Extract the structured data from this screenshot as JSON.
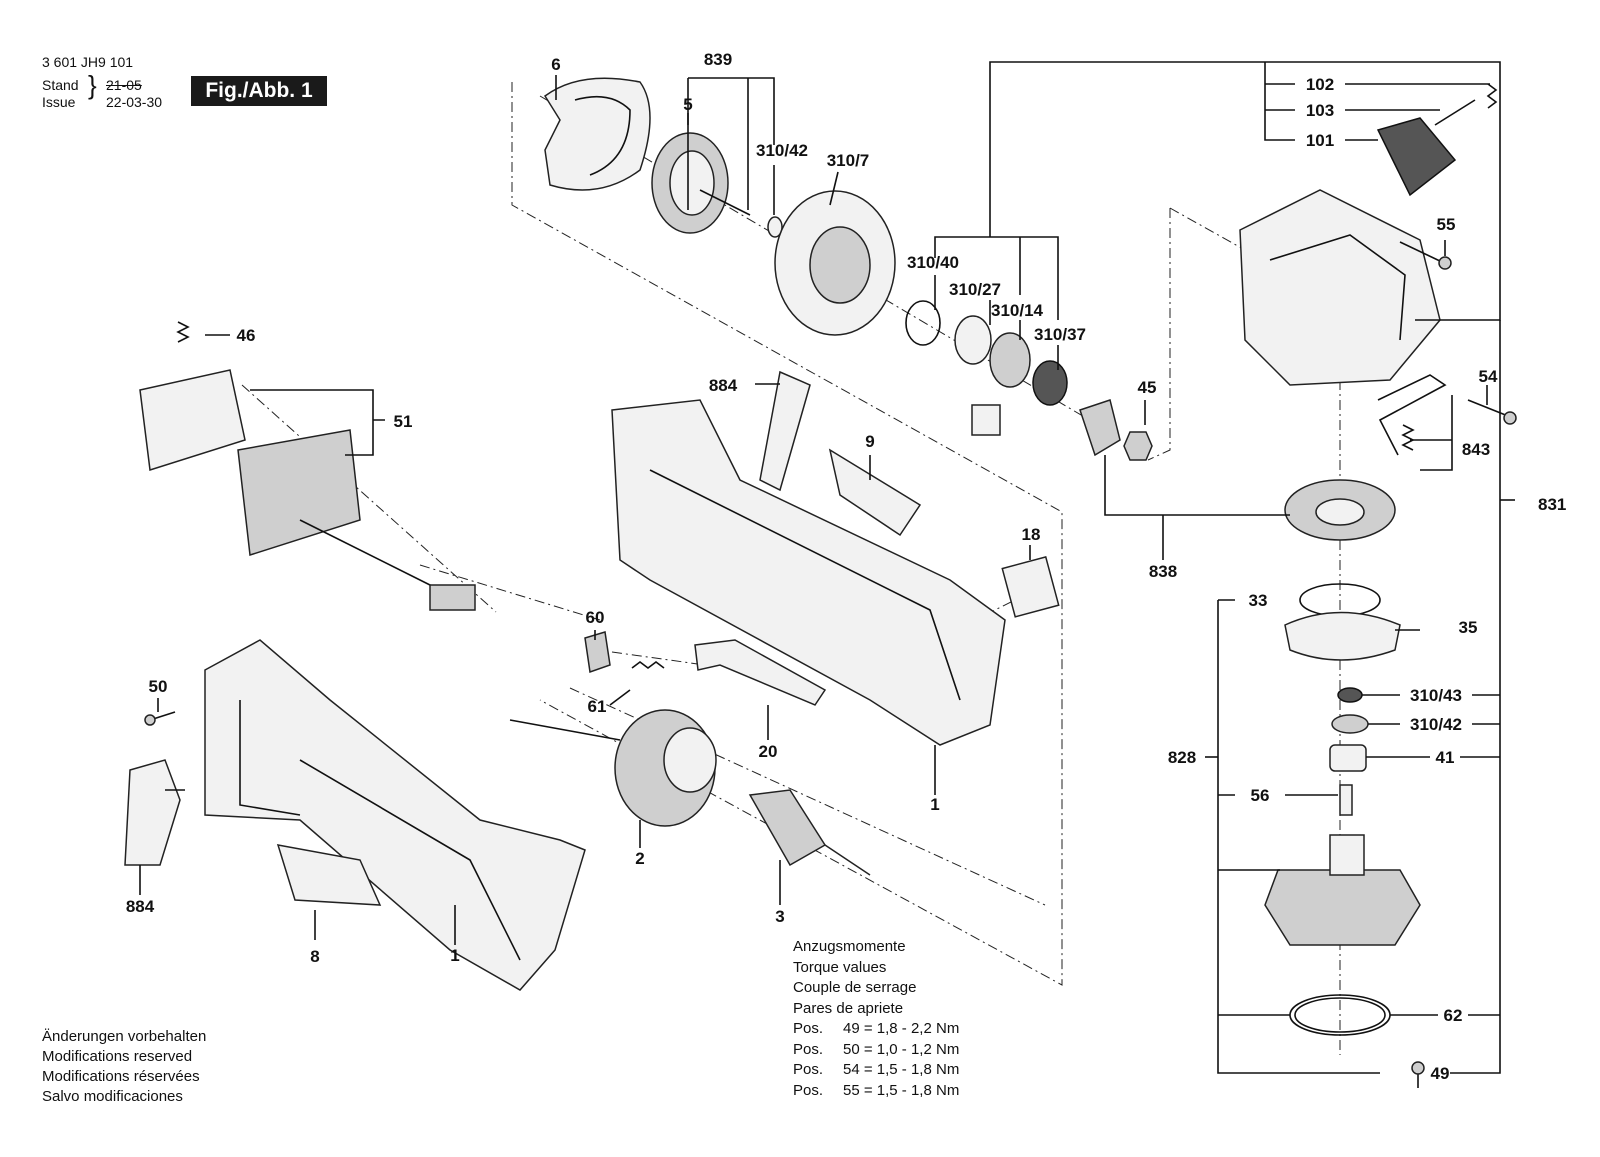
{
  "header": {
    "doc_number": "3 601 JH9 101",
    "stand_label": "Stand",
    "issue_label": "Issue",
    "old_date": "21-05",
    "new_date": "22-03-30",
    "figure": "Fig./Abb. 1"
  },
  "notes": {
    "line1": "Änderungen vorbehalten",
    "line2": "Modifications reserved",
    "line3": "Modifications réservées",
    "line4": "Salvo modificaciones"
  },
  "torque": {
    "title_de": "Anzugsmomente",
    "title_en": "Torque values",
    "title_fr": "Couple de serrage",
    "title_es": "Pares de apriete",
    "rows": [
      {
        "pos": "Pos.",
        "text": "49 = 1,8 - 2,2 Nm"
      },
      {
        "pos": "Pos.",
        "text": "50 = 1,0 - 1,2 Nm"
      },
      {
        "pos": "Pos.",
        "text": "54 = 1,5 - 1,8 Nm"
      },
      {
        "pos": "Pos.",
        "text": "55 = 1,5 - 1,8 Nm"
      }
    ]
  },
  "labels": {
    "p6": "6",
    "p839": "839",
    "p5": "5",
    "p310_42a": "310/42",
    "p310_7": "310/7",
    "p310_40": "310/40",
    "p310_27": "310/27",
    "p310_14": "310/14",
    "p310_37": "310/37",
    "p45": "45",
    "p102": "102",
    "p103": "103",
    "p101": "101",
    "p55": "55",
    "p54": "54",
    "p843": "843",
    "p831": "831",
    "p838": "838",
    "p33": "33",
    "p35": "35",
    "p310_43": "310/43",
    "p310_42b": "310/42",
    "p41": "41",
    "p828": "828",
    "p56": "56",
    "p62": "62",
    "p49": "49",
    "p46": "46",
    "p51": "51",
    "p884a": "884",
    "p9": "9",
    "p18": "18",
    "p60": "60",
    "p61": "61",
    "p20": "20",
    "p1a": "1",
    "p50": "50",
    "p884b": "884",
    "p8": "8",
    "p1b": "1",
    "p2": "2",
    "p3": "3"
  }
}
